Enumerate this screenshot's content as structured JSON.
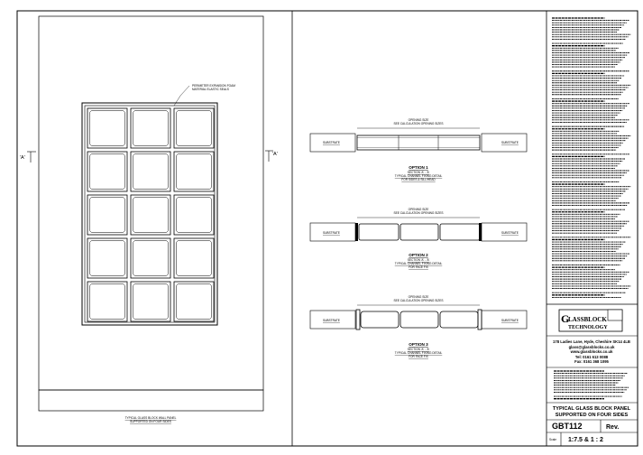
{
  "panel": {
    "perimeter_note_1": "PERIMETER EXPANSION FOAM",
    "perimeter_note_2": "MATERIAL ELASTIC SEALS",
    "section_marker": "'A'",
    "caption_1": "TYPICAL GLASS BLOCK WALL PANEL",
    "caption_2": "SUPPORTED ON FOUR SIDES"
  },
  "sections": [
    {
      "opening_1": "OPENING SIZE",
      "opening_2": "SEE CALCULATION OPENING SIZES",
      "left_label": "SUBSTRATE",
      "right_label": "SUBSTRATE",
      "title": "OPTION 1",
      "sub_1": "SECTION 'A' - 'A'",
      "sub_2": "TYPICAL CHANNEL FIXING DETAIL",
      "sub_3": "FOR SIDES & SILL/HEAD"
    },
    {
      "opening_1": "OPENING SIZE",
      "opening_2": "SEE CALCULATION OPENING SIZES",
      "left_label": "SUBSTRATE",
      "right_label": "SUBSTRATE",
      "title": "OPTION 2",
      "sub_1": "SECTION 'A' - 'A'",
      "sub_2": "TYPICAL CHANNEL FIXING DETAIL",
      "sub_3": "FOR FACE FIX"
    },
    {
      "opening_1": "OPENING SIZE",
      "opening_2": "SEE CALCULATION OPENING SIZES",
      "left_label": "SUBSTRATE",
      "right_label": "SUBSTRATE",
      "title": "OPTION 3",
      "sub_1": "SECTION 'A' - 'A'",
      "sub_2": "TYPICAL CHANNEL FIXING DETAIL",
      "sub_3": "FOR FACE FIX"
    }
  ],
  "title_block": {
    "logo_top": "LASSBLOCK",
    "logo_bottom": "TECHNOLOGY",
    "address": "178 Ladies Lane, Hyde, Cheshire SK14 4LB",
    "email": "glass@glassblocks.co.uk",
    "web": "www.glassblocks.co.uk",
    "tel": "Tel: 0161 613 0088",
    "fax": "Fax: 0161 368 1095",
    "drawing_title_1": "TYPICAL GLASS BLOCK PANEL",
    "drawing_title_2": "SUPPORTED ON FOUR SIDES",
    "drawing_no": "GBT112",
    "rev_label": "Rev.",
    "scale_label": "Scale",
    "scale_value": "1:7.5 & 1 : 2"
  }
}
